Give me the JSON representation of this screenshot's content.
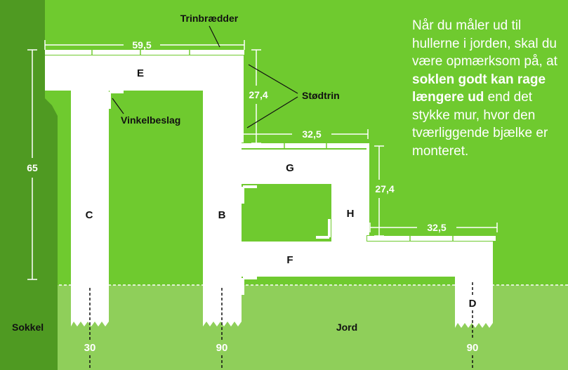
{
  "colors": {
    "background": "#6fca2f",
    "plinth": "#4f9a22",
    "ground": "#8fcf5a",
    "wood": "#ffffff",
    "dimension": "#ffffff",
    "text_dark": "#111111"
  },
  "labels": {
    "tread_boards": "Trinbrædder",
    "risers": "Stødtrin",
    "angle_bracket": "Vinkelbeslag",
    "plinth": "Sokkel",
    "soil": "Jord"
  },
  "pieces": {
    "E": "E",
    "C": "C",
    "B": "B",
    "G": "G",
    "H": "H",
    "F": "F",
    "D": "D"
  },
  "dimensions": {
    "top_width": "59,5",
    "total_height": "65",
    "upper_riser": "27,4",
    "middle_width": "32,5",
    "middle_riser": "27,4",
    "lower_width": "32,5"
  },
  "depths": {
    "C": "30",
    "B": "90",
    "D": "90"
  },
  "note": {
    "text_before": "Når du måler ud til hullerne i jorden, skal du være opmærksom på, at ",
    "text_bold": "soklen godt kan rage længere ud",
    "text_after": " end det stykke mur, hvor den tværliggende bjælke er monteret."
  }
}
